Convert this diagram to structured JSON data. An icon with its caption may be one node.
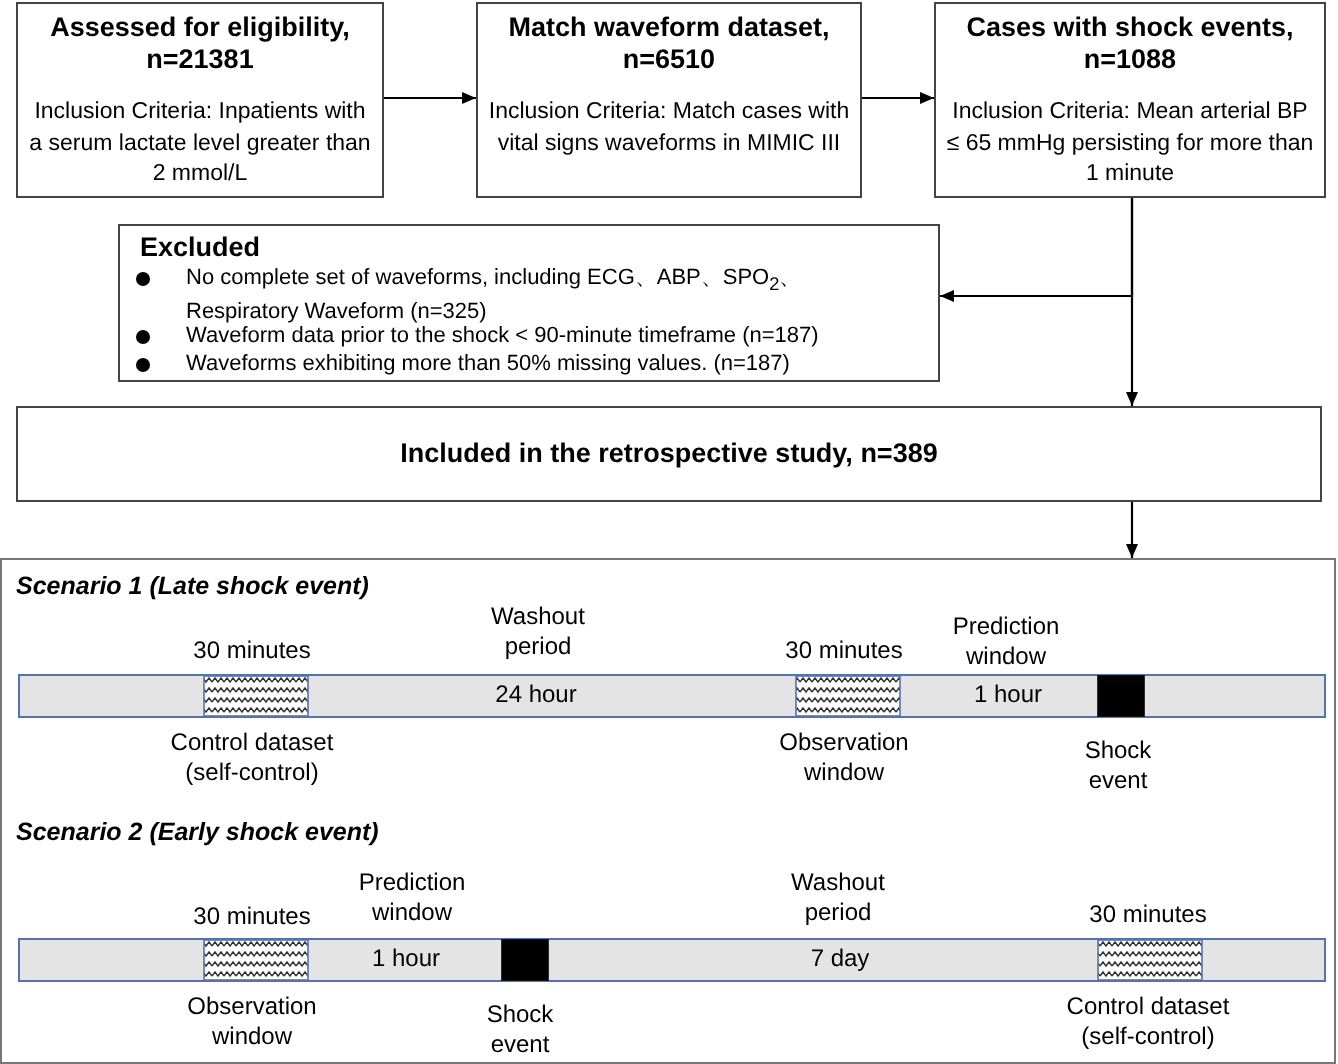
{
  "diagram": {
    "nodes": [
      {
        "text": [
          "Assessed for eligibility, n=21381",
          "Inclusion Criteria: Inpatients with a serum lactate level greater than 2 mmol/L"
        ]
      },
      {
        "text": [
          "Match waveform dataset, n=6510",
          "Inclusion Criteria: Match cases with vital signs waveforms in MIMIC III"
        ]
      },
      {
        "text": [
          "Cases with shock events, n=1088",
          "Inclusion Criteria: Mean arterial BP ≤ 65 mmHg persisting for more than 1 minute"
        ]
      },
      {
        "text": [
          "Excluded",
          "No complete set of waveforms, including ECG、ABP、SPO$_{2}$、 Respiratory Waveform (n=325)",
          "Waveform data prior to the shock < 90-minute timeframe (n=187)",
          "Waveforms exhibiting more than 50% missing values. (n=187)"
        ]
      },
      {
        "text": [
          "Included in the retrospective study, n=389"
        ]
      },
      {
        "text": [
          "Scenario 1 (Late shock event)",
          "Scenario 2 (Early shock event)"
        ]
      },
      {
        "text": [
          "24 hour",
          "1 hour"
        ],
        "in": 5,
        "beside": [
          "30 minutes",
          "Washout period",
          "30 minutes",
          "Prediction window",
          "Control dataset (self-control)",
          "Observation window",
          "Shock event"
        ]
      },
      {
        "text": [
          "1 hour",
          "7 day"
        ],
        "in": 5,
        "beside": [
          "Prediction window",
          "Washout period",
          "30 minutes",
          "30 minutes",
          "Observation window",
          "Shock event",
          "Control dataset (self-control)"
        ]
      }
    ],
    "edges": [
      {
        "from": 0,
        "to": 1,
        "arrow": "to"
      },
      {
        "from": 1,
        "to": 2,
        "arrow": "to"
      },
      {
        "from": 2,
        "to": 3,
        "arrow": "to"
      },
      {
        "from": 2,
        "to": 4,
        "arrow": "to"
      },
      {
        "from": 4,
        "to": 5,
        "arrow": "to"
      }
    ]
  }
}
